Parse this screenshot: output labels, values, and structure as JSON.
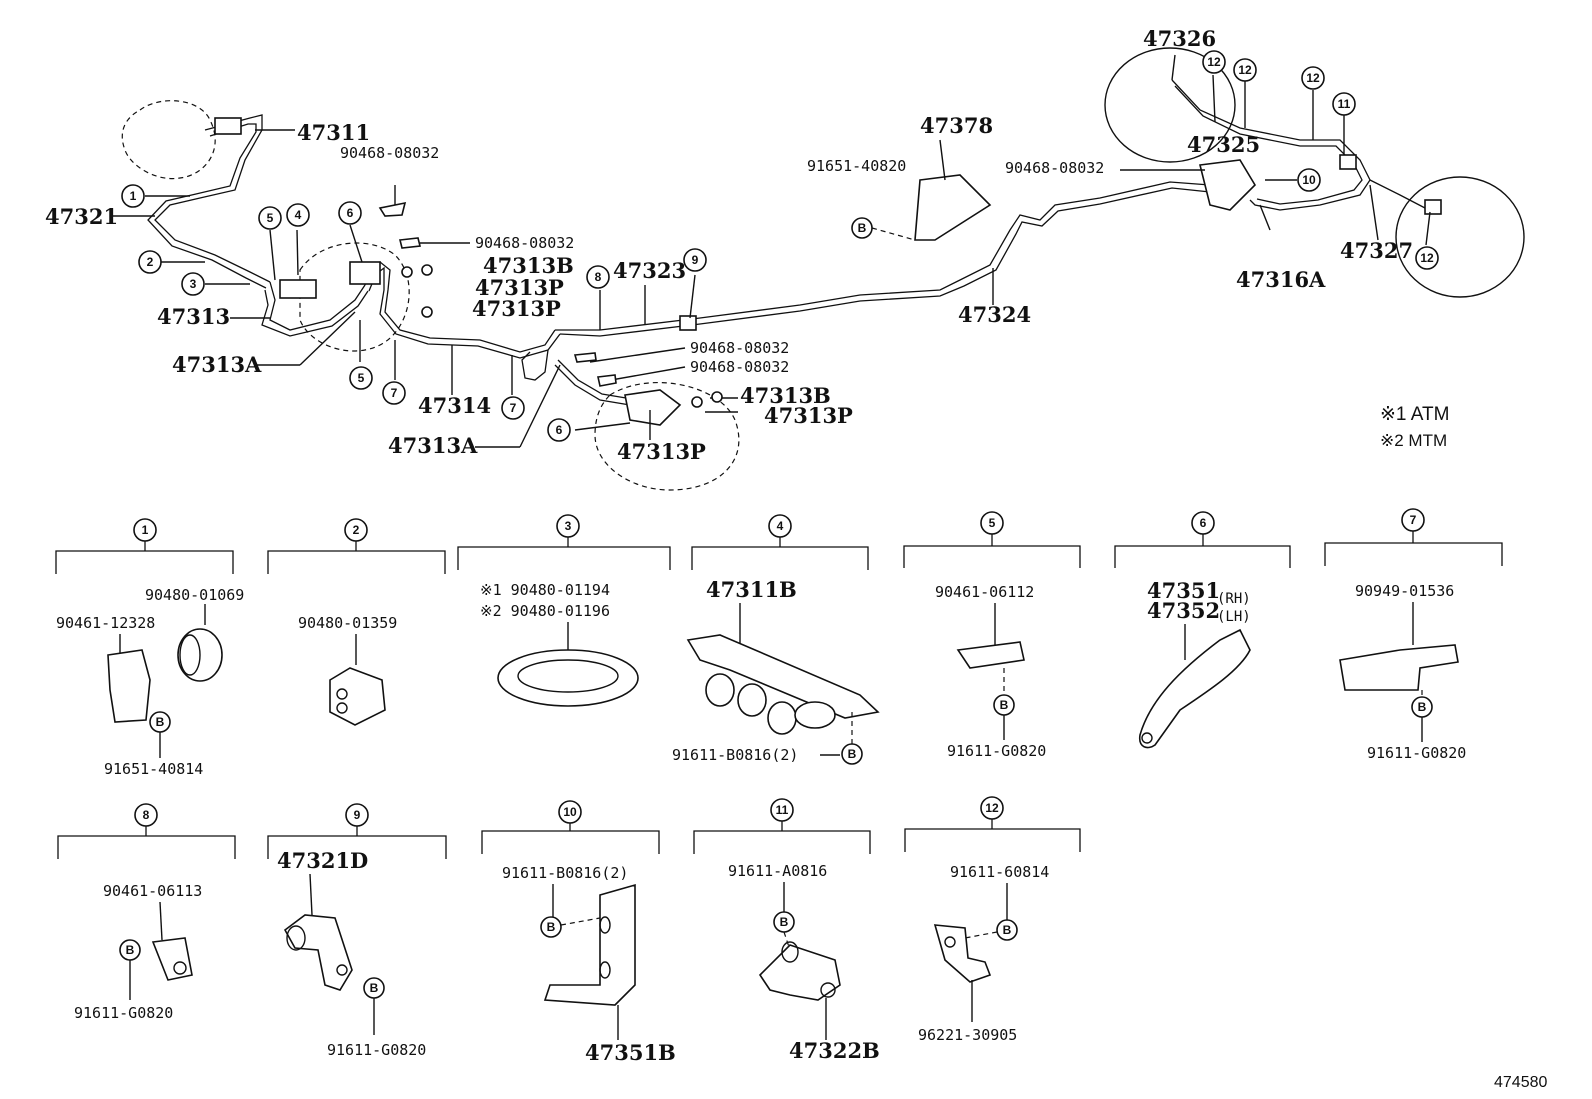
{
  "main_labels": {
    "p47311": "47311",
    "p90468_a": "90468-08032",
    "p47321": "47321",
    "p90468_b": "90468-08032",
    "p47313B_a": "47313B",
    "p47313P_a": "47313P",
    "p47313P_b": "47313P",
    "p47313": "47313",
    "p47313A_a": "47313A",
    "p47314": "47314",
    "p47313A_b": "47313A",
    "p47323": "47323",
    "p90468_c": "90468-08032",
    "p90468_d": "90468-08032",
    "p47313B_b": "47313B",
    "p47313P_c": "47313P",
    "p47313P_d": "47313P",
    "p47378": "47378",
    "p91651_40820": "91651-40820",
    "p47324": "47324",
    "p47326": "47326",
    "p90468_e": "90468-08032",
    "p47325": "47325",
    "p47316A": "47316A",
    "p47327": "47327"
  },
  "legend": {
    "atm": "※1 ATM",
    "mtm": "※2 MTM"
  },
  "bolt_symbol": "B",
  "callouts": {
    "c1": "1",
    "c2": "2",
    "c3": "3",
    "c4": "4",
    "c5": "5",
    "c6": "6",
    "c7": "7",
    "c8": "8",
    "c9": "9",
    "c10": "10",
    "c11": "11",
    "c12": "12"
  },
  "details": {
    "d1": {
      "num": "1",
      "a": "90480-01069",
      "b": "90461-12328",
      "c": "91651-40814"
    },
    "d2": {
      "num": "2",
      "a": "90480-01359"
    },
    "d3": {
      "num": "3",
      "a": "※1 90480-01194",
      "b": "※2 90480-01196"
    },
    "d4": {
      "num": "4",
      "a": "47311B",
      "b": "91611-B0816(2)"
    },
    "d5": {
      "num": "5",
      "a": "90461-06112",
      "b": "91611-G0820"
    },
    "d6": {
      "num": "6",
      "a": "47351",
      "a_rh": "(RH)",
      "b": "47352",
      "b_lh": "(LH)"
    },
    "d7": {
      "num": "7",
      "a": "90949-01536",
      "b": "91611-G0820"
    },
    "d8": {
      "num": "8",
      "a": "90461-06113",
      "b": "91611-G0820"
    },
    "d9": {
      "num": "9",
      "a": "47321D",
      "b": "91611-G0820"
    },
    "d10": {
      "num": "10",
      "a": "91611-B0816(2)",
      "b": "47351B"
    },
    "d11": {
      "num": "11",
      "a": "91611-A0816",
      "b": "47322B"
    },
    "d12": {
      "num": "12",
      "a": "91611-60814",
      "b": "96221-30905"
    }
  },
  "figure_ref": "474580"
}
